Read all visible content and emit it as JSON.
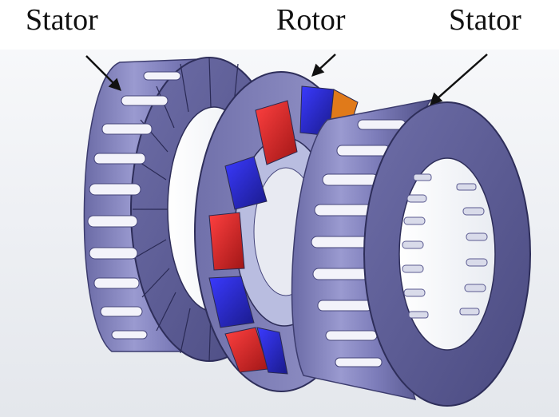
{
  "labels": {
    "left_stator": "Stator",
    "rotor": "Rotor",
    "right_stator": "Stator"
  },
  "colors": {
    "stator_face": "#8c8cc6",
    "stator_side": "#5a5a92",
    "stator_dark": "#3a3a6a",
    "slot": "#f2f2f8",
    "magnet_red": "#d42a2a",
    "magnet_blue": "#2a2ac8",
    "magnet_orange": "#e07a1a"
  }
}
